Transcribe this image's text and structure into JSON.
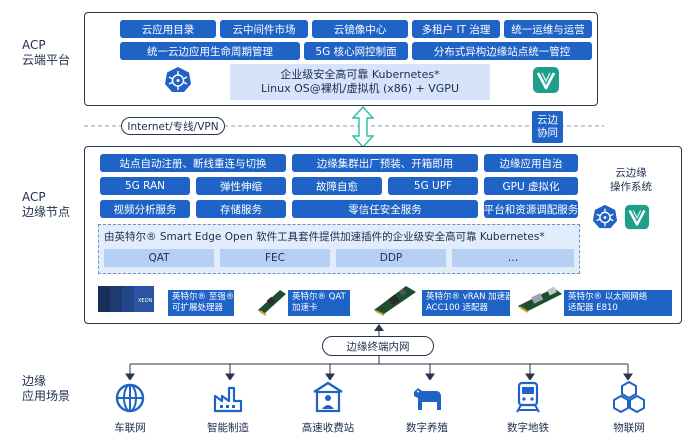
{
  "layers": {
    "cloud": "ACP\n云端平台",
    "edge": "ACP\n边缘节点",
    "scenes": "边缘\n应用场景"
  },
  "cloud": {
    "row1": [
      "云应用目录",
      "云中间件市场",
      "云镜像中心",
      "多租户 IT 治理",
      "统一运维与运营"
    ],
    "row2": [
      "统一云边应用生命周期管理",
      "5G 核心网控制面",
      "分布式异构边缘站点统一管控"
    ],
    "k8s_line1": "企业级安全高可靠 Kubernetes*",
    "k8s_line2": "Linux OS@裸机/虚拟机 (x86) + VGPU"
  },
  "link": {
    "network": "Internet/专线/VPN",
    "collab": "云边\n协同"
  },
  "edge": {
    "row1": [
      "站点自动注册、断线重连与切换",
      "边缘集群出厂预装、开箱即用",
      "边缘应用自治"
    ],
    "row2": [
      "5G RAN",
      "弹性伸缩",
      "故障自愈",
      "5G UPF",
      "GPU 虚拟化"
    ],
    "row3": [
      "视频分析服务",
      "存储服务",
      "零信任安全服务",
      "平台和资源调配服务"
    ],
    "os_label": "云边缘\n操作系统",
    "plugin_title": "由英特尔® Smart Edge Open 软件工具套件提供加速插件的企业级安全高可靠 Kubernetes*",
    "plugins": [
      "QAT",
      "FEC",
      "DDP",
      "…"
    ],
    "hardware": [
      {
        "label": "英特尔® 至强®\n可扩展处理器",
        "icon": "xeon-processor-icon"
      },
      {
        "label": "英特尔® QAT\n加速卡",
        "icon": "qat-card-icon"
      },
      {
        "label": "英特尔® vRAN 加速器\nACC100 适配器",
        "icon": "vran-card-icon"
      },
      {
        "label": "英特尔® 以太网网络\n适配器 E810",
        "icon": "ethernet-card-icon"
      }
    ]
  },
  "terminal_network": "边缘终端内网",
  "scenes": [
    {
      "label": "车联网",
      "icon": "globe-icon"
    },
    {
      "label": "智能制造",
      "icon": "factory-icon"
    },
    {
      "label": "高速收费站",
      "icon": "toll-station-icon"
    },
    {
      "label": "数字养殖",
      "icon": "livestock-icon"
    },
    {
      "label": "数字地铁",
      "icon": "subway-icon"
    },
    {
      "label": "物联网",
      "icon": "iot-cubes-icon"
    }
  ],
  "colors": {
    "primary": "#1f63c7",
    "light": "#dbe8fb",
    "icon": "#1f63c7",
    "accent_green": "#1f9e8a"
  }
}
